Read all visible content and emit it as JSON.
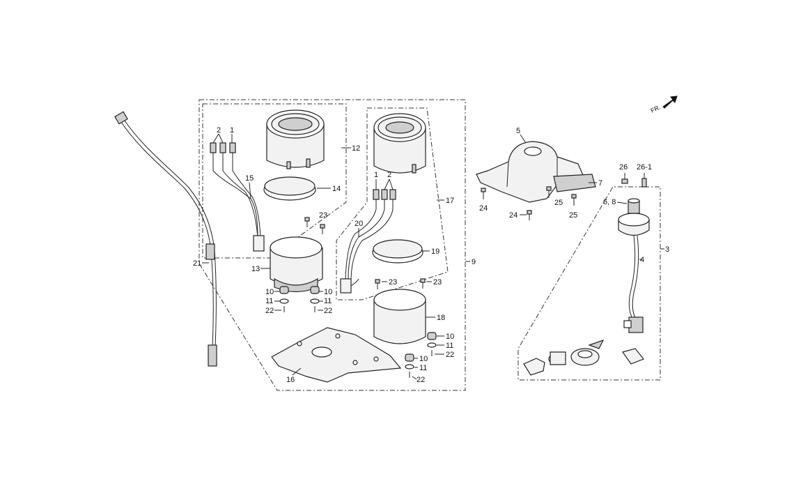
{
  "labels": {
    "l1a": "1",
    "l1b": "1",
    "l2a": "2",
    "l2b": "2",
    "l3": "3",
    "l4": "4",
    "l5": "5",
    "l68": "6, 8",
    "l7": "7",
    "l9": "9",
    "l10a": "10",
    "l10b": "10",
    "l10c": "10",
    "l10d": "10",
    "l11a": "11",
    "l11b": "11",
    "l11c": "11",
    "l11d": "11",
    "l12": "12",
    "l13": "13",
    "l14": "14",
    "l15": "15",
    "l16": "16",
    "l17": "17",
    "l18": "18",
    "l19": "19",
    "l20": "20",
    "l21": "21",
    "l22a": "22",
    "l22b": "22",
    "l22c": "22",
    "l22d": "22",
    "l23a": "23",
    "l23b": "23",
    "l23c": "23",
    "l24a": "24",
    "l24b": "24",
    "l25a": "25",
    "l25b": "25",
    "l26": "26",
    "l261": "26-1"
  },
  "front_indicator": "FR."
}
